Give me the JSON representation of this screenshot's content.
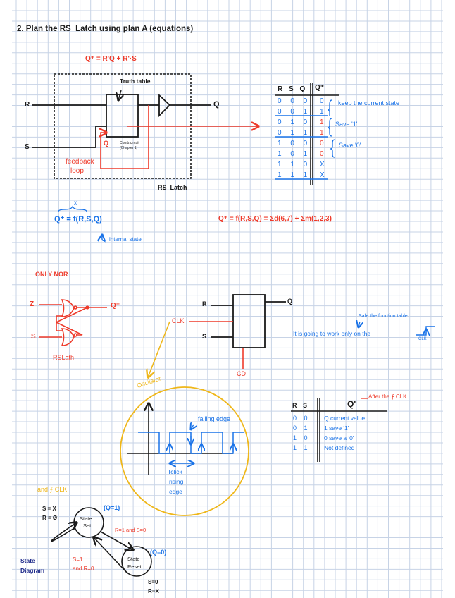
{
  "page": {
    "heading": "2. Plan the RS_Latch using plan A (equations)"
  },
  "colors": {
    "grid": "#c7d3e6",
    "ink": "#1a1a1a",
    "red": "#ee3a2a",
    "blue": "#1a73e8",
    "yellow": "#efb71a",
    "navy": "#1e2a8a"
  },
  "block_diagram": {
    "equation": "Q⁺ = R'Q + R'·S",
    "truth_table_label": "Truth table",
    "input_r": "R",
    "input_s": "S",
    "output_q": "Q",
    "internal_q": "Q",
    "comb_label_1": "Comb.circuit",
    "comb_label_2": "(Chapter 1)",
    "feedback_1": "feedback",
    "feedback_2": "loop",
    "box_label": "RS_Latch"
  },
  "truth_table": {
    "headers": [
      "R",
      "S",
      "Q",
      "Q⁺"
    ],
    "rows": [
      {
        "r": "0",
        "s": "0",
        "q": "0",
        "qplus": "0",
        "color": "blue"
      },
      {
        "r": "0",
        "s": "0",
        "q": "1",
        "qplus": "1",
        "color": "blue"
      },
      {
        "r": "0",
        "s": "1",
        "q": "0",
        "qplus": "1",
        "color": "red"
      },
      {
        "r": "0",
        "s": "1",
        "q": "1",
        "qplus": "1",
        "color": "red"
      },
      {
        "r": "1",
        "s": "0",
        "q": "0",
        "qplus": "0",
        "color": "red"
      },
      {
        "r": "1",
        "s": "0",
        "q": "1",
        "qplus": "0",
        "color": "red"
      },
      {
        "r": "1",
        "s": "1",
        "q": "0",
        "qplus": "X",
        "color": "blue"
      },
      {
        "r": "1",
        "s": "1",
        "q": "1",
        "qplus": "X",
        "color": "blue"
      }
    ],
    "annotations": [
      "keep the current state",
      "Save '1'",
      "Save '0'"
    ]
  },
  "equations": {
    "blue_left": "Q⁺ = f(R,S,Q)",
    "blue_x": "x",
    "internal_state": "internal state",
    "red_right": "Q⁺ = f(R,S,Q) = Σd(6,7) + Σm(1,2,3)"
  },
  "nor_latch": {
    "title": "ONLY NOR",
    "input_r": "Z",
    "input_s": "S",
    "output": "Q⁺",
    "label": "RSLath"
  },
  "clocked_block": {
    "input_r": "R",
    "input_s": "S",
    "output_q": "Q",
    "clk": "CLK",
    "cd": "CD",
    "note_top": "Safe the function table",
    "note_main": "It is going to work only on the",
    "clk_small": "CLK"
  },
  "oscillator": {
    "title": "Oscilator",
    "falling_edge": "falling edge",
    "tclick": "Tclick",
    "rising": "rising",
    "edge": "edge"
  },
  "clocked_table": {
    "headers": [
      "R",
      "S",
      "Q'"
    ],
    "after_note": "After the ⨍ CLK",
    "rows": [
      {
        "r": "0",
        "s": "0",
        "q": "Q current value"
      },
      {
        "r": "0",
        "s": "1",
        "q": "1  save '1'"
      },
      {
        "r": "1",
        "s": "0",
        "q": "0  save a '0'"
      },
      {
        "r": "1",
        "s": "1",
        "q": "Not defined"
      }
    ]
  },
  "state_diagram": {
    "and_clk": "and ⨍ CLK",
    "loop_s": "S = X",
    "loop_r": "R = Ø",
    "set_1": "State",
    "set_2": "Set",
    "q1": "(Q=1)",
    "trans_red": "R=1 and S=0",
    "q0": "(Q=0)",
    "reset_1": "State",
    "reset_2": "Reset",
    "back_1": "S=1",
    "back_2": "and R=0",
    "bottom_s": "S=0",
    "bottom_r": "R=X",
    "label_1": "State",
    "label_2": "Diagram"
  }
}
